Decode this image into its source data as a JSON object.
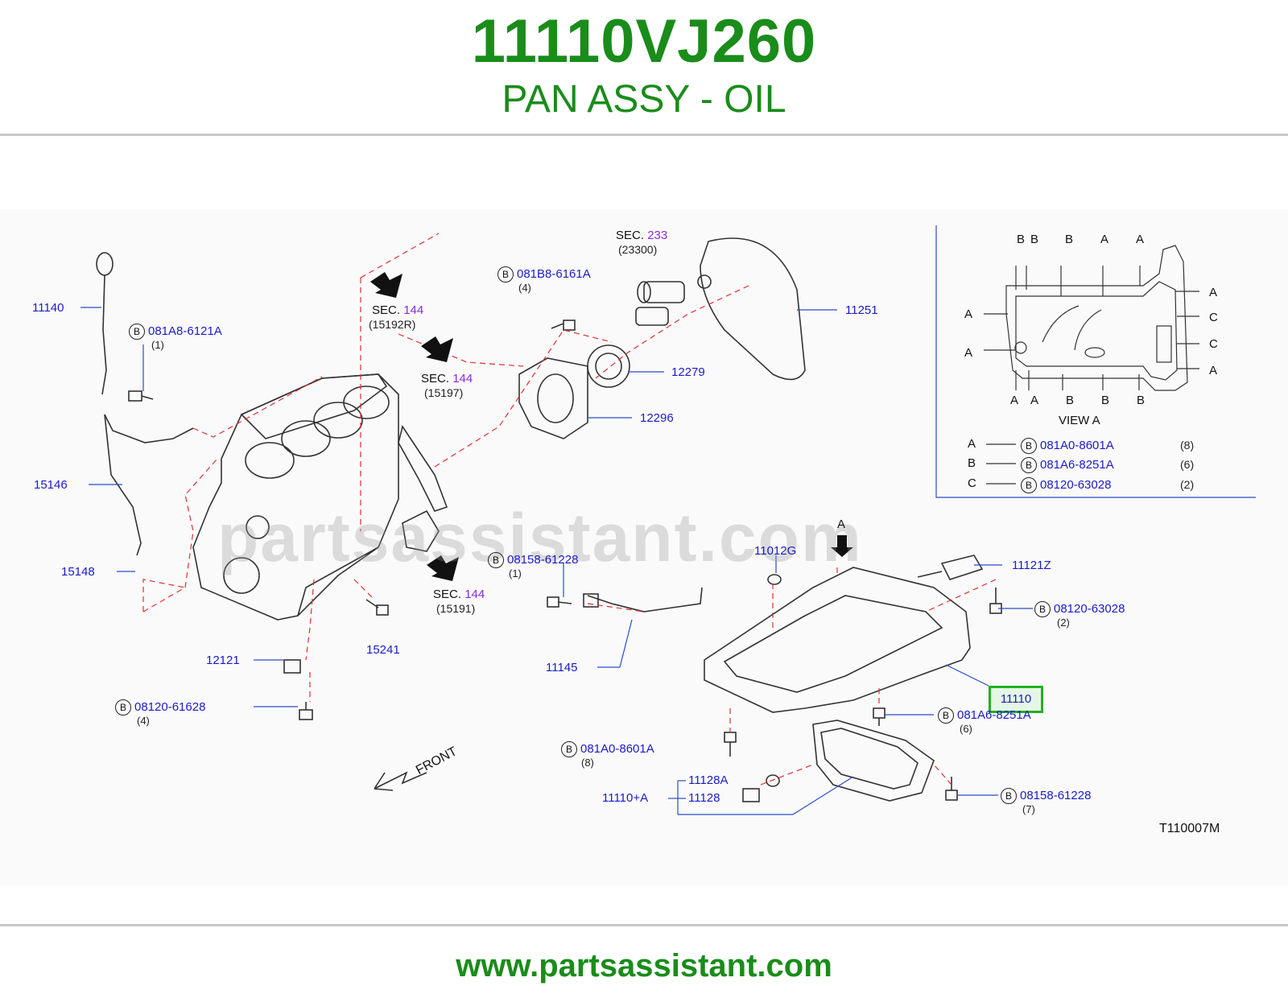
{
  "header": {
    "part_number": "11110VJ260",
    "part_name": "PAN ASSY - OIL"
  },
  "footer": {
    "url": "www.partsassistant.com"
  },
  "watermark": "partsassistant.com",
  "diagram_code": "T110007M",
  "front_label": "FRONT",
  "colors": {
    "brand_green": "#1a8c1a",
    "part_label": "#1b1bc7",
    "section_ref": "#8a2be2",
    "highlight": "#22b022"
  },
  "section_refs": [
    {
      "sec": "SEC.",
      "num": "233",
      "sub": "(23300)"
    },
    {
      "sec": "SEC.",
      "num": "144",
      "sub": "(15192R)"
    },
    {
      "sec": "SEC.",
      "num": "144",
      "sub": "(15197)"
    },
    {
      "sec": "SEC.",
      "num": "144",
      "sub": "(15191)"
    }
  ],
  "parts": {
    "p11140": "11140",
    "p15146": "15146",
    "p15148": "15148",
    "p12121": "12121",
    "p15241": "15241",
    "p11251": "11251",
    "p12279": "12279",
    "p12296": "12296",
    "p11012g": "11012G",
    "p11121z": "11121Z",
    "p11145": "11145",
    "p11110": "11110",
    "p11128a": "11128A",
    "p11128": "11128",
    "p11110a": "11110+A"
  },
  "bolts": [
    {
      "letter": "B",
      "code": "081A8-6121A",
      "qty": "(1)"
    },
    {
      "letter": "B",
      "code": "081B8-6161A",
      "qty": "(4)"
    },
    {
      "letter": "B",
      "code": "08158-61228",
      "qty": "(1)"
    },
    {
      "letter": "B",
      "code": "08120-61628",
      "qty": "(4)"
    },
    {
      "letter": "B",
      "code": "08120-63028",
      "qty": "(2)"
    },
    {
      "letter": "B",
      "code": "081A6-8251A",
      "qty": "(6)"
    },
    {
      "letter": "B",
      "code": "081A0-8601A",
      "qty": "(8)"
    },
    {
      "letter": "B",
      "code": "08158-61228",
      "qty": "(7)"
    }
  ],
  "view_a": {
    "title": "VIEW A",
    "view_letter": "A",
    "top_letters": [
      "B",
      "B",
      "B",
      "A",
      "A"
    ],
    "bottom_letters": [
      "A",
      "A",
      "B",
      "B",
      "B"
    ],
    "left_letters": [
      "A",
      "A"
    ],
    "right_letters": [
      "A",
      "C",
      "C",
      "A"
    ],
    "arrow_label": "A",
    "legend": [
      {
        "key": "A",
        "letter": "B",
        "code": "081A0-8601A",
        "qty": "(8)"
      },
      {
        "key": "B",
        "letter": "B",
        "code": "081A6-8251A",
        "qty": "(6)"
      },
      {
        "key": "C",
        "letter": "B",
        "code": "08120-63028",
        "qty": "(2)"
      }
    ]
  }
}
